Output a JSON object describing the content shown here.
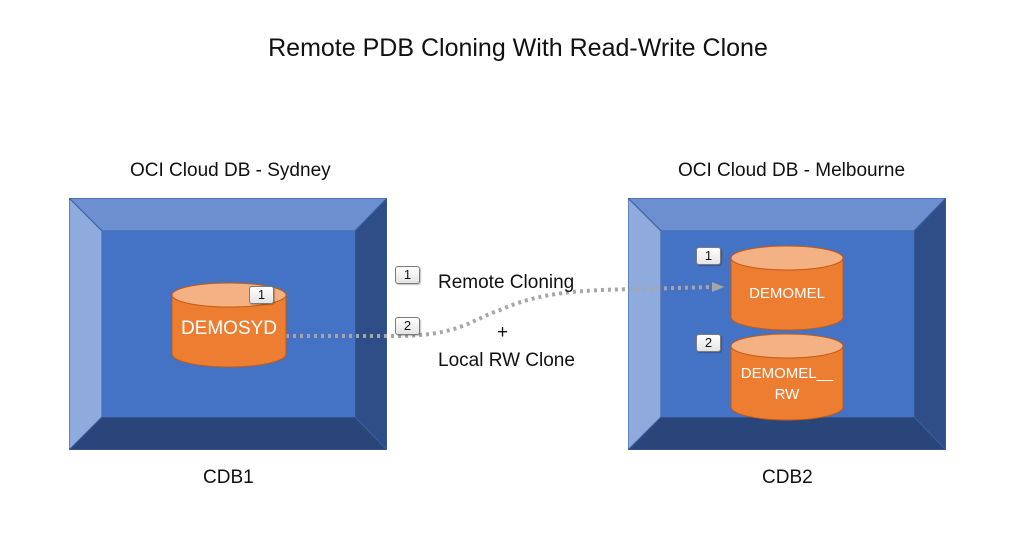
{
  "title": "Remote PDB Cloning With Read-Write Clone",
  "source": {
    "region_label": "OCI Cloud DB - Sydney",
    "cdb_label": "CDB1",
    "pdb": {
      "name": "DEMOSYD",
      "badge": "1"
    }
  },
  "target": {
    "region_label": "OCI Cloud DB - Melbourne",
    "cdb_label": "CDB2",
    "pdbs": [
      {
        "name": "DEMOMEL",
        "badge": "1"
      },
      {
        "name_line1": "DEMOMEL__",
        "name_line2": "RW",
        "badge": "2"
      }
    ]
  },
  "steps": [
    {
      "badge": "1",
      "label": "Remote Cloning"
    },
    {
      "badge": "2",
      "label": "Local RW Clone"
    }
  ],
  "plus": "+",
  "colors": {
    "frame_top": "#6b8fcf",
    "frame_left": "#8faadc",
    "frame_right": "#2f4d86",
    "frame_bottom": "#2a4579",
    "frame_face": "#4472c4",
    "cylinder_body": "#ed7d31",
    "cylinder_top": "#f4b183",
    "connector": "#a6a6a6"
  }
}
